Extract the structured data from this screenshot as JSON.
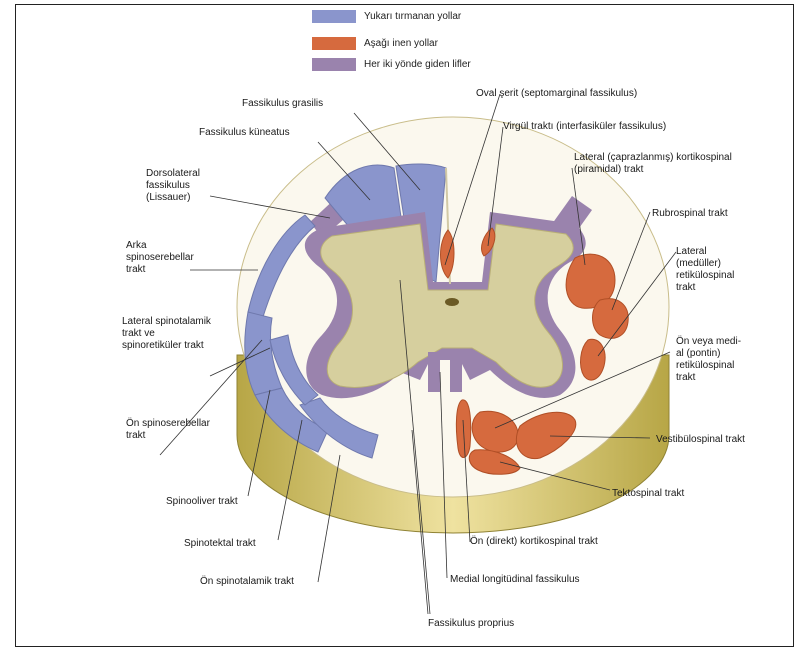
{
  "legend": [
    {
      "label": "Yukarı tırmanan yollar",
      "color": "#8a95cc"
    },
    {
      "label": "Aşağı inen yollar",
      "color": "#d66a3e"
    },
    {
      "label": "Her iki yönde giden lifler",
      "color": "#9a83ad"
    }
  ],
  "labels": {
    "fassikulus_grasilis": "Fassikulus grasilis",
    "oval_serit": "Oval şerit (septomarginal fassikulus)",
    "fassikulus_kuneatus": "Fassikulus küneatus",
    "virgul_trakti": "Virgül traktı (interfasiküler fassikulus)",
    "dorsolateral": "Dorsolateral fassikulus (Lissauer)",
    "lateral_kortikospinal": "Lateral (çaprazlanmış) kortikospinal (piramidal) trakt",
    "rubrospinal": "Rubrospinal trakt",
    "arka_spinoserebellar": "Arka spinoserebellar trakt",
    "lateral_retikulospinal": "Lateral (medüller) retikülospinal trakt",
    "lateral_spinotalamik": "Lateral spinotalamik trakt ve spinoretiküler trakt",
    "on_veya_medial": "Ön veya medi-al (pontin) retikülospinal trakt",
    "on_spinoserebellar": "Ön spinoserebellar trakt",
    "vestibulospinal": "Vestibülospinal trakt",
    "spinooliver": "Spinooliver trakt",
    "tektospinal": "Tektospinal trakt",
    "spinotektal": "Spinotektal trakt",
    "on_direkt_kortikospinal": "Ön (direkt) kortikospinal trakt",
    "on_spinotalamik": "Ön spinotalamik trakt",
    "medial_longitudinal": "Medial longitüdinal fassikulus",
    "fassikulus_proprius": "Fassikulus proprius"
  }
}
